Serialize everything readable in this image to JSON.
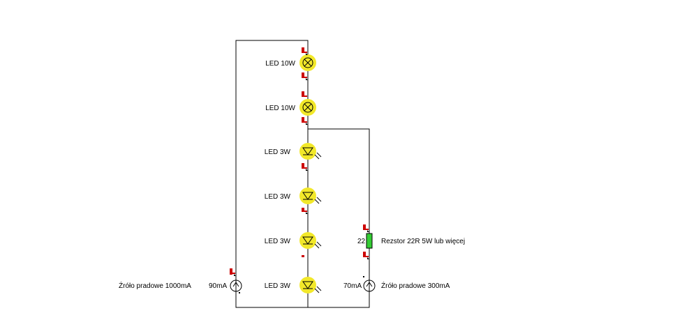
{
  "colors": {
    "background": "#ffffff",
    "wire": "#000000",
    "component_glow": "#f2e82a",
    "probe_marker": "#cc0000",
    "resistor_fill": "#33cc33"
  },
  "components": {
    "lamp_1": {
      "label": "LED 10W",
      "icon": "lamp-icon"
    },
    "lamp_2": {
      "label": "LED 10W",
      "icon": "lamp-icon"
    },
    "led_1": {
      "label": "LED 3W",
      "icon": "led-icon"
    },
    "led_2": {
      "label": "LED 3W",
      "icon": "led-icon"
    },
    "led_3": {
      "label": "LED 3W",
      "icon": "led-icon"
    },
    "led_4": {
      "label": "LED 3W",
      "icon": "led-icon"
    },
    "resistor": {
      "value": "22",
      "label": "Rezstor 22R 5W lub więcej",
      "icon": "resistor-icon"
    },
    "source_left": {
      "current": "90mA",
      "label": "Źróło pradowe 1000mA",
      "icon": "current-source-icon"
    },
    "source_right": {
      "current": "70mA",
      "label": "Źróło pradowe 300mA",
      "icon": "current-source-icon"
    }
  }
}
